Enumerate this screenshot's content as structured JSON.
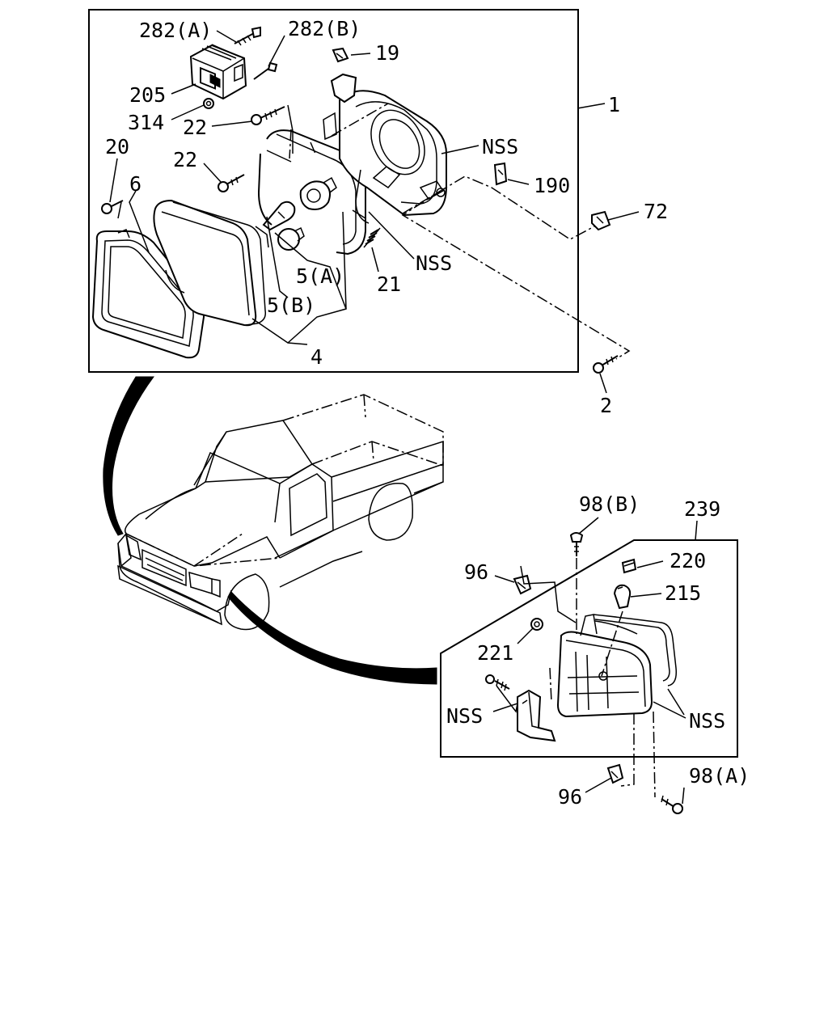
{
  "callouts": {
    "c282a": "282(A)",
    "c282b": "282(B)",
    "c19": "19",
    "c205": "205",
    "c314": "314",
    "c22a": "22",
    "c22b": "22",
    "c20": "20",
    "c6": "6",
    "c1": "1",
    "cNSS1": "NSS",
    "c190": "190",
    "c72": "72",
    "cNSS2": "NSS",
    "c5a": "5(A)",
    "c21": "21",
    "c5b": "5(B)",
    "c4": "4",
    "c2": "2",
    "c98b": "98(B)",
    "c239": "239",
    "c96a": "96",
    "c220": "220",
    "c215": "215",
    "c221": "221",
    "cNSS3": "NSS",
    "cNSS4": "NSS",
    "c96b": "96",
    "c98a": "98(A)"
  }
}
